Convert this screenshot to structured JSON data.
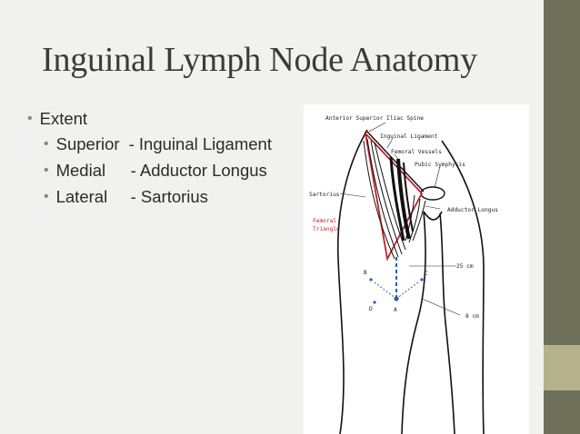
{
  "slide": {
    "title": "Inguinal Lymph Node Anatomy",
    "bullets": {
      "main": "Extent",
      "items": [
        {
          "label": "Superior",
          "value": "- Inguinal Ligament"
        },
        {
          "label": "Medial",
          "value": "- Adductor Longus"
        },
        {
          "label": "Lateral",
          "value": "- Sartorius"
        }
      ]
    },
    "colors": {
      "band": "#6f7059",
      "band_light": "#b5b18b",
      "bullet": "#8a8f63"
    }
  },
  "figure": {
    "labels": {
      "asis": "Anterior Superior Iliac Spine",
      "inguinal_ligament": "Inguinal Ligament",
      "femoral_vessels": "Femoral Vessels",
      "pubic_symphysis": "Pubic Symphysis",
      "sartorius": "Sartorius",
      "adductor_longus": "Adductor Longus",
      "femoral_triangle_1": "Femoral",
      "femoral_triangle_2": "Triangle",
      "dist_25": "25 cm",
      "dist_8": "8 cm",
      "point_a": "A",
      "point_b": "B",
      "point_c": "C",
      "point_d": "D"
    }
  }
}
